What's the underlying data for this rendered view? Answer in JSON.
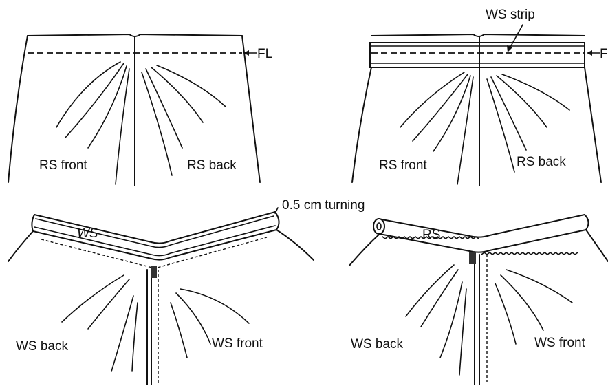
{
  "panel_top_left": {
    "label_front": "RS front",
    "label_back": "RS back",
    "label_fold": "FL"
  },
  "panel_top_right": {
    "label_strip": "WS strip",
    "label_front": "RS front",
    "label_back": "RS back",
    "label_fold": "FL"
  },
  "panel_bottom_left": {
    "label_ws": "WS",
    "label_turning": "0.5 cm turning",
    "label_back": "WS back",
    "label_front": "WS front"
  },
  "panel_bottom_right": {
    "label_rs": "RS",
    "label_back": "WS back",
    "label_front": "WS front"
  }
}
